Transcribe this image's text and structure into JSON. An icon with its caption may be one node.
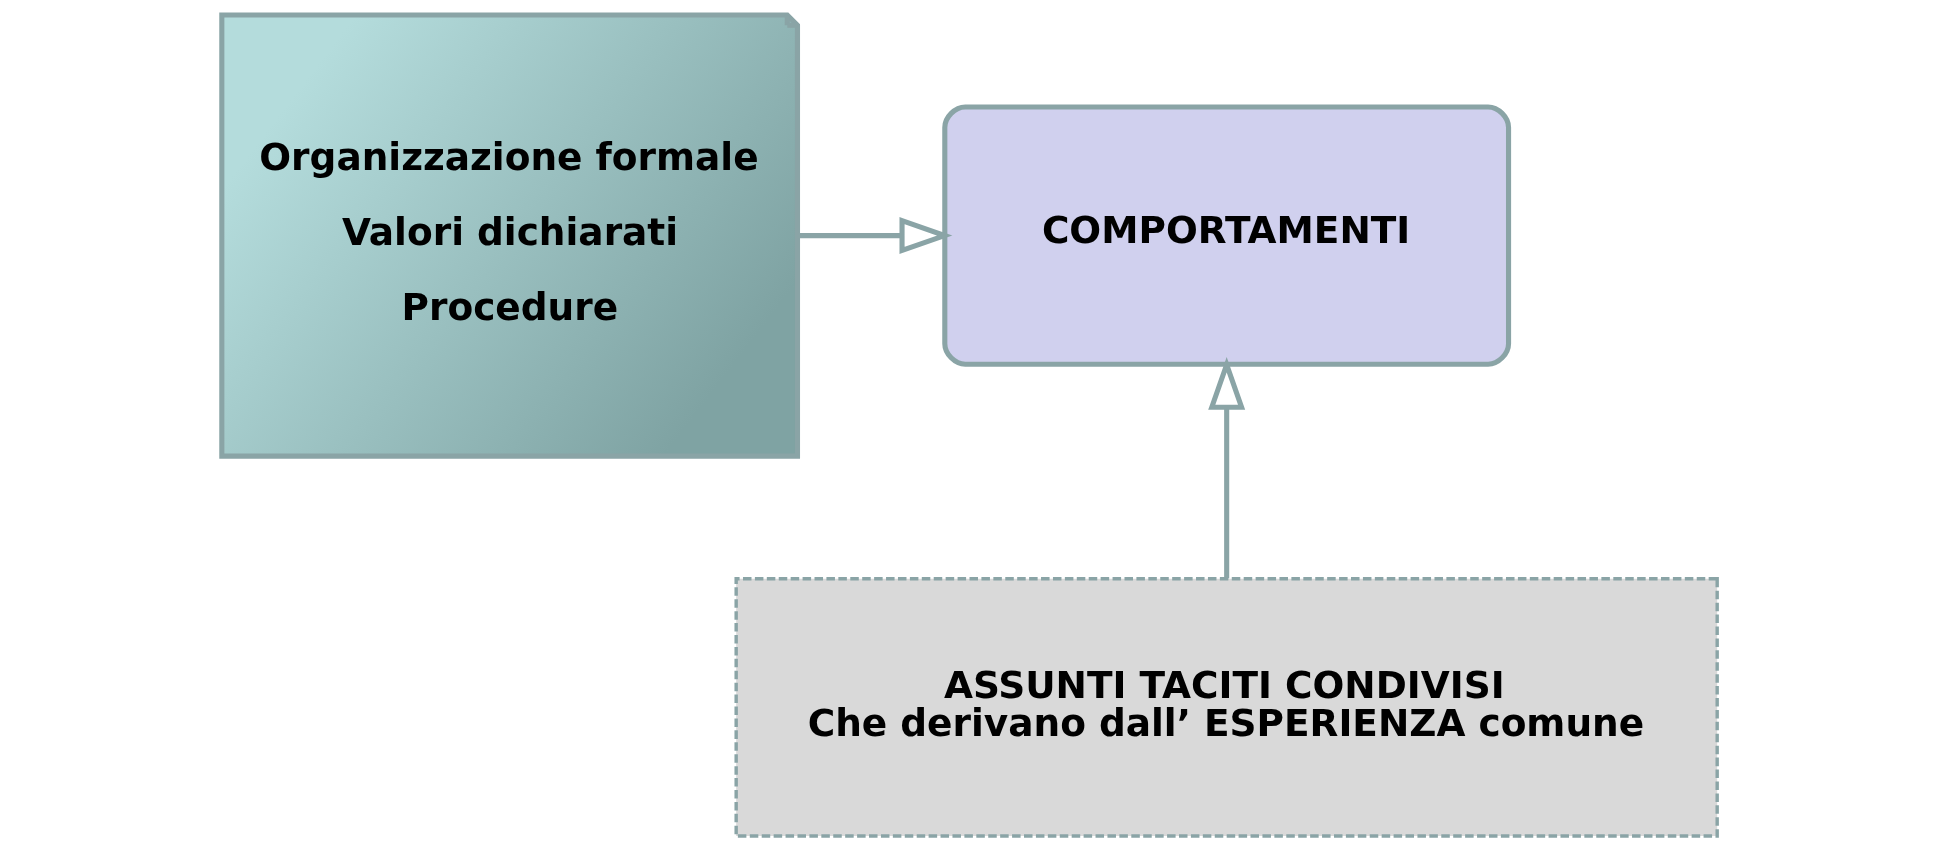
{
  "diagram": {
    "nodes": [
      {
        "text": [
          "Organizzazione formale",
          "Valori dichiarati",
          "Procedure"
        ]
      },
      {
        "text": [
          "COMPORTAMENTI"
        ]
      },
      {
        "text": [
          "ASSUNTI TACITI CONDIVISI",
          "Che derivano dall’ ESPERIENZA comune"
        ]
      }
    ],
    "edges": [
      {
        "from": 0,
        "to": 1,
        "arrow": "to"
      },
      {
        "from": 2,
        "to": 1,
        "arrow": "to"
      }
    ]
  }
}
